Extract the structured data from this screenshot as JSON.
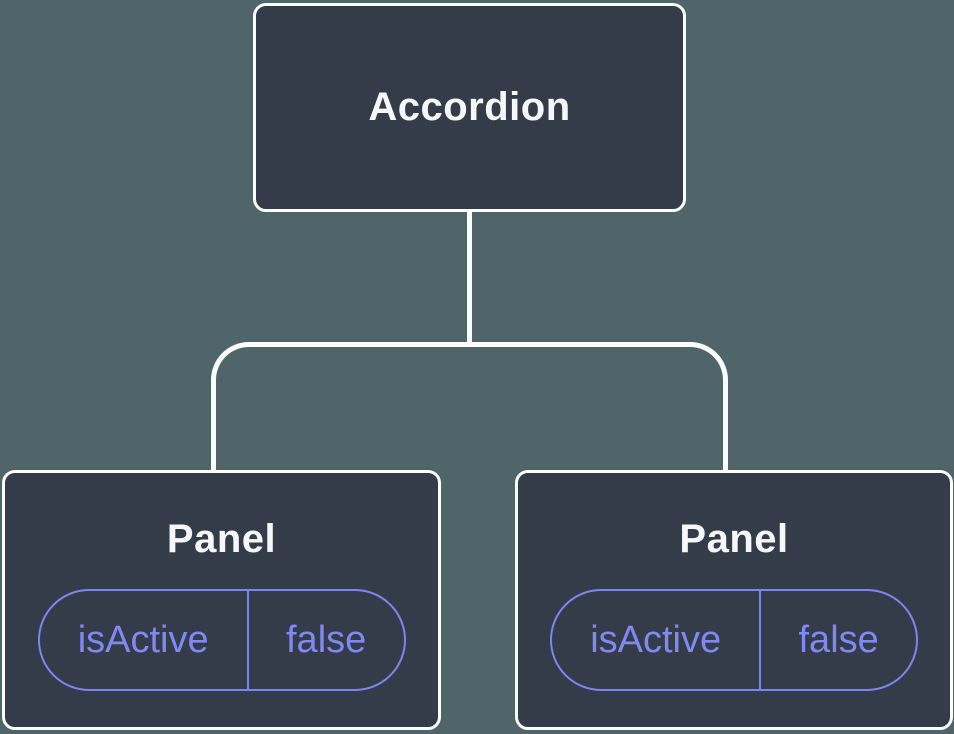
{
  "diagram": {
    "type": "component-tree",
    "root": {
      "label": "Accordion"
    },
    "children": [
      {
        "label": "Panel",
        "props": [
          {
            "name": "isActive",
            "value": "false"
          }
        ]
      },
      {
        "label": "Panel",
        "props": [
          {
            "name": "isActive",
            "value": "false"
          }
        ]
      }
    ],
    "colors": {
      "background": "#4f656a",
      "node_fill": "#343b49",
      "node_border": "#fcfdfd",
      "connector": "#fcfdfd",
      "prop_accent": "#7f85f0",
      "title_text": "#f6f7f9"
    }
  }
}
